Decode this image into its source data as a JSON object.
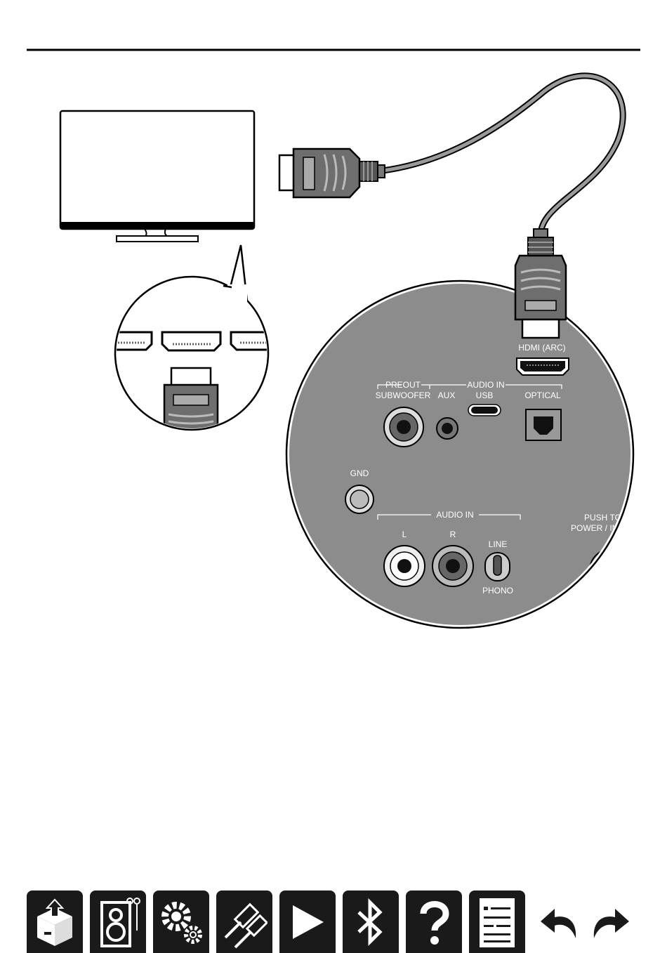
{
  "labels": {
    "hdmi_arc": "HDMI (ARC)",
    "preout": "PREOUT",
    "audio_in_top": "AUDIO IN",
    "subwoofer": "SUBWOOFER",
    "aux": "AUX",
    "usb": "USB",
    "optical": "OPTICAL",
    "gnd": "GND",
    "audio_in_bottom": "AUDIO IN",
    "left": "L",
    "right": "R",
    "line": "LINE",
    "phono": "PHONO",
    "push_to": "PUSH TO",
    "power_in": "POWER / IN"
  },
  "colors": {
    "panel_gray": "#8c8c8c",
    "plug_gray": "#6e6e6e",
    "nav_bg": "#1a1a1a"
  },
  "navigation": {
    "icons": [
      "box-icon",
      "speaker-icon",
      "gears-icon",
      "cables-icon",
      "play-icon",
      "bluetooth-icon",
      "question-icon",
      "list-icon",
      "undo-arrow-icon",
      "redo-arrow-icon"
    ]
  }
}
